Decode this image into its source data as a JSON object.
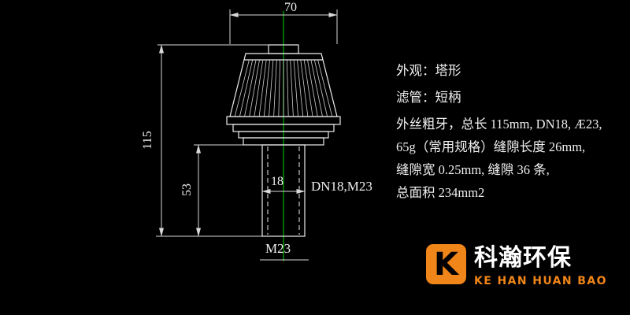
{
  "drawing": {
    "dims": {
      "top_width": "70",
      "total_height": "115",
      "stem_height": "53",
      "bore_width": "18",
      "thread_spec": "DN18,M23",
      "bottom_thread": "M23"
    },
    "colors": {
      "background": "#000000",
      "line": "#ededed",
      "centerline": "#00b400"
    }
  },
  "specs": {
    "lines": [
      "外观：塔形",
      "滤管：短柄",
      "外丝粗牙，总长 115mm, DN18, Æ23,",
      "65g（常用规格）缝隙长度 26mm,",
      "缝隙宽 0.25mm, 缝隙 36 条,",
      "总面积 234mm2"
    ]
  },
  "logo": {
    "icon_letter": "K",
    "name_cn": "科瀚环保",
    "name_en": "KE HAN HUAN BAO",
    "accent_color": "#f08519"
  }
}
